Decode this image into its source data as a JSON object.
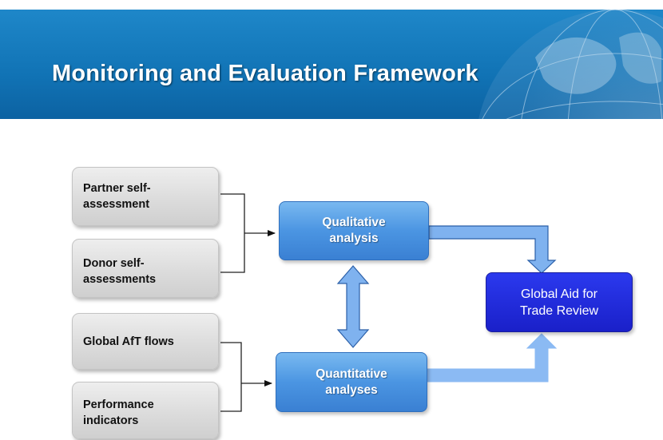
{
  "header": {
    "title": "Monitoring and Evaluation Framework"
  },
  "inputs": {
    "partner": "Partner self-\nassessment",
    "donor": "Donor self-\nassessments",
    "flows": "Global AfT flows",
    "indicators": "Performance\nindicators"
  },
  "analysis": {
    "qualitative": "Qualitative\nanalysis",
    "quantitative": "Quantitative\nanalyses"
  },
  "output": {
    "review": "Global Aid for\nTrade Review"
  },
  "colors": {
    "banner": "#1173b5",
    "analysis_box": "#4b95e2",
    "output_box": "#1a20c9",
    "input_box": "#dcdcdc",
    "arrow_fill": "#7fb2ef"
  }
}
